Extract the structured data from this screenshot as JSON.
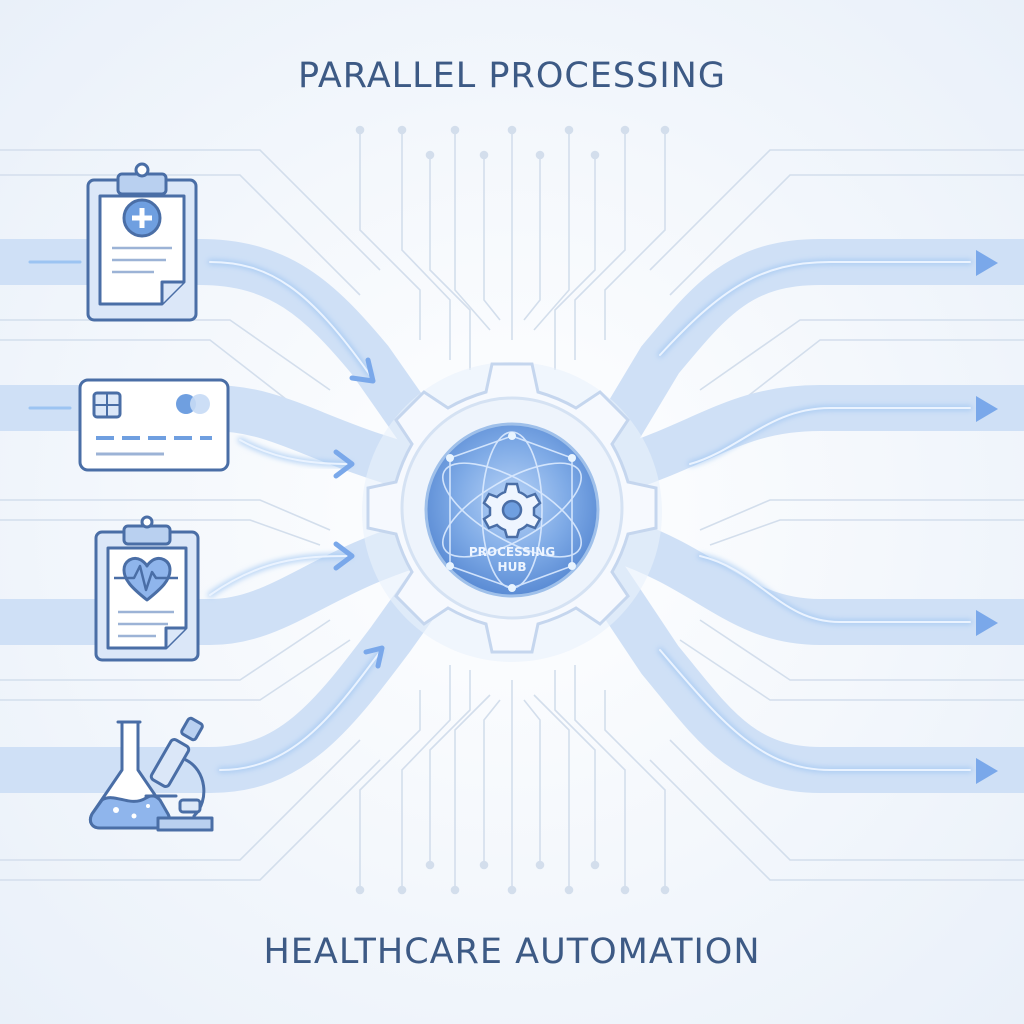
{
  "header": {
    "title": "PARALLEL PROCESSING"
  },
  "hub": {
    "label_line1": "PROCESSING",
    "label_line2": "HUB"
  },
  "footer": {
    "subtitle": "HEALTHCARE AUTOMATION"
  },
  "inputs": [
    {
      "icon": "medical-clipboard-icon"
    },
    {
      "icon": "payment-card-icon"
    },
    {
      "icon": "heart-rate-clipboard-icon"
    },
    {
      "icon": "lab-flask-microscope-icon"
    }
  ],
  "outputs": [
    {
      "icon": "arrow-right-icon"
    },
    {
      "icon": "arrow-right-icon"
    },
    {
      "icon": "arrow-right-icon"
    },
    {
      "icon": "arrow-right-icon"
    }
  ],
  "colors": {
    "title": "#3d5a85",
    "stream": "#cfe0f6",
    "stream_glow": "#8fbaf0",
    "icon_stroke": "#4a6ea6",
    "icon_fill": "#dbe7f8",
    "hub_gear": "#f4f8fd",
    "hub_core": "#6f9fe0"
  }
}
